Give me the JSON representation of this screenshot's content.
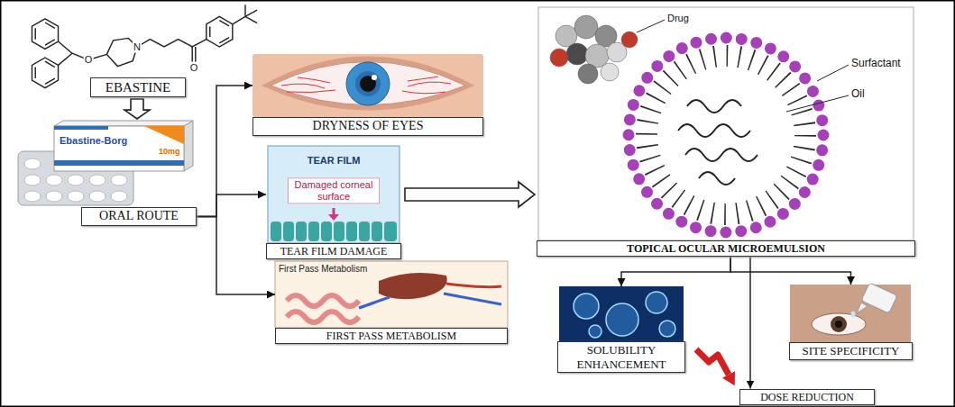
{
  "diagram": {
    "nodes": [
      {
        "text": [
          "EBASTINE"
        ]
      },
      {
        "text": [
          "ORAL ROUTE"
        ]
      },
      {
        "text": [
          "DRYNESS OF EYES"
        ]
      },
      {
        "text": [
          "TEAR FILM DAMAGE"
        ]
      },
      {
        "text": [
          "FIRST PASS METABOLISM"
        ]
      },
      {
        "text": [
          "TOPICAL OCULAR MICROEMULSION"
        ]
      },
      {
        "text": [
          "SOLUBILITY ENHANCEMENT"
        ]
      },
      {
        "text": [
          "DOSE REDUCTION"
        ]
      },
      {
        "text": [
          "SITE SPECIFICITY"
        ]
      }
    ],
    "edges": [
      {
        "from": 0,
        "to": 1,
        "arrow": "to"
      },
      {
        "from": 1,
        "to": 2,
        "arrow": "to"
      },
      {
        "from": 1,
        "to": 3,
        "arrow": "to"
      },
      {
        "from": 1,
        "to": 4,
        "arrow": "to"
      },
      {
        "from": 3,
        "to": 5,
        "arrow": "to"
      },
      {
        "from": 5,
        "to": 6,
        "arrow": "to"
      },
      {
        "from": 5,
        "to": 7,
        "arrow": "to"
      },
      {
        "from": 5,
        "to": 8,
        "arrow": "to"
      }
    ],
    "labels": [
      "O",
      "N",
      "O",
      "Ebastine-Borg",
      "10mg",
      "TEAR FILM",
      "Damaged corneal surface",
      "First Pass Metabolism",
      "Drug",
      "Surfactant",
      "Oil"
    ]
  }
}
